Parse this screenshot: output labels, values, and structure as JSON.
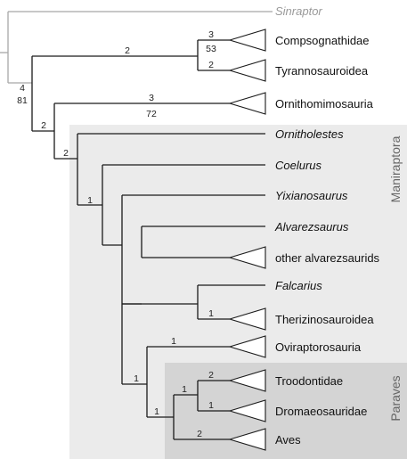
{
  "clades": {
    "maniraptora": "Maniraptora",
    "paraves": "Paraves"
  },
  "taxa": {
    "sinraptor": "Sinraptor",
    "compsognathidae": "Compsognathidae",
    "tyrannosauroidea": "Tyrannosauroidea",
    "ornithomimosauria": "Ornithomimosauria",
    "ornitholestes": "Ornitholestes",
    "coelurus": "Coelurus",
    "yixianosaurus": "Yixianosaurus",
    "alvarezsaurus": "Alvarezsaurus",
    "other_alvarezsaurids": "other alvarezsaurids",
    "falcarius": "Falcarius",
    "therizinosauroidea": "Therizinosauroidea",
    "oviraptorosauria": "Oviraptorosauria",
    "troodontidae": "Troodontidae",
    "dromaeosauridae": "Dromaeosauridae",
    "aves": "Aves"
  },
  "support": {
    "root_bremer": "4",
    "root_bootstrap": "81",
    "tyr_comp_bremer": "2",
    "comp_bremer": "3",
    "comp_bootstrap": "53",
    "tyr_bremer": "2",
    "orn_bremer": "3",
    "orn_bootstrap": "72",
    "node2_bremer": "2",
    "node3_bremer": "2",
    "node4_bremer": "1",
    "theriz_bremer": "1",
    "ovir_bremer": "1",
    "pennaraptora_bremer": "1",
    "paraves_bremer": "1",
    "eumaniraptora_bremer": "1",
    "troodontidae_bremer": "2",
    "dromaeosauridae_bremer": "1",
    "aves_bremer": "2"
  }
}
